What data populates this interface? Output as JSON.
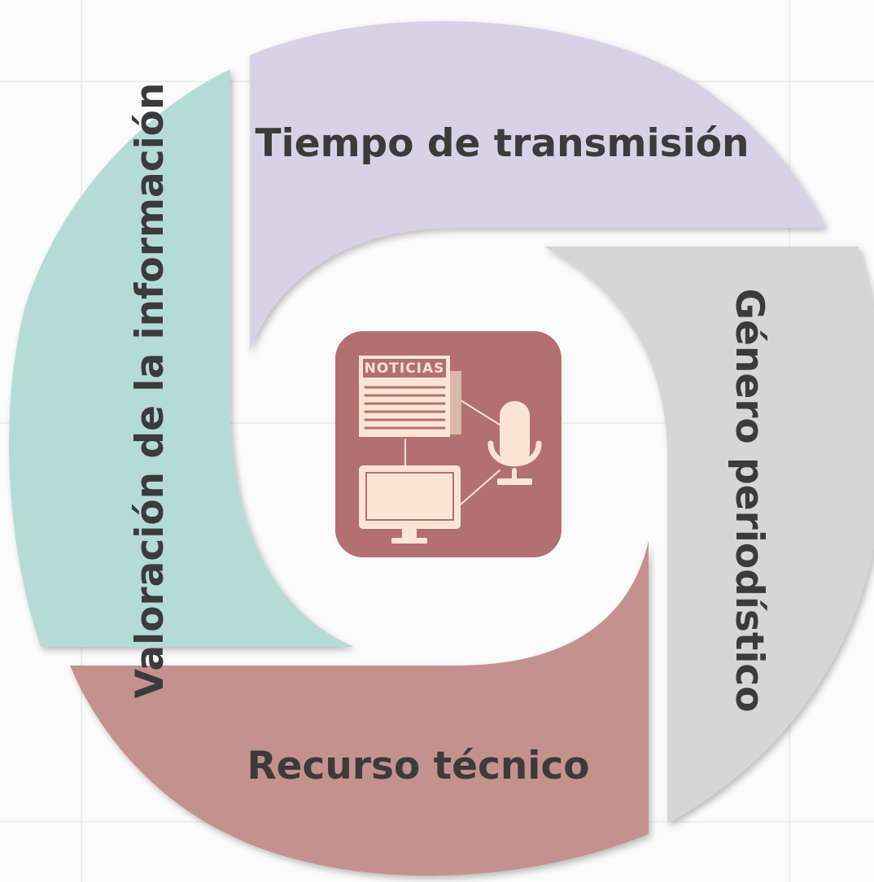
{
  "diagram": {
    "segments": [
      {
        "id": "top",
        "label": "Tiempo de transmisión",
        "color": "#d7d2e6"
      },
      {
        "id": "right",
        "label": "Género periodístico",
        "color": "#d6d6d6"
      },
      {
        "id": "bottom",
        "label": "Recurso técnico",
        "color": "#c5918e"
      },
      {
        "id": "left",
        "label": "Valoración de la información",
        "color": "#b5dbd5"
      }
    ],
    "center_icon": {
      "name": "news-media-icon",
      "newspaper_heading": "NOTICIAS",
      "tile_color": "#b37070",
      "accent_color": "#fbe5d2"
    }
  }
}
